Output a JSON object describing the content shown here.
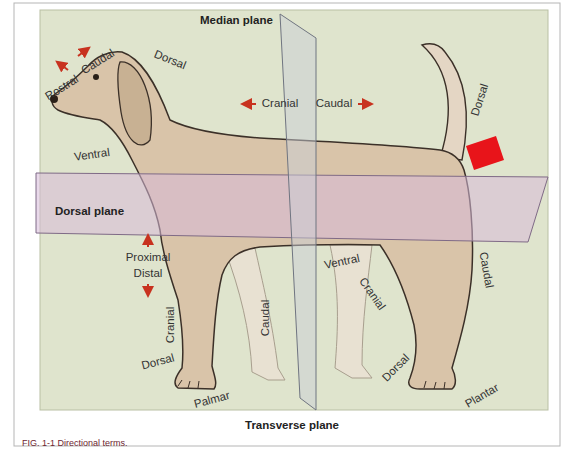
{
  "diagram": {
    "caption": "FIG. 1-1 Directional terms.",
    "nodes": [
      {
        "text": [
          "Median plane"
        ]
      },
      {
        "text": [
          "Dorsal plane"
        ]
      },
      {
        "text": [
          "Transverse plane"
        ]
      }
    ],
    "labels": [
      "Rostral",
      "Caudal",
      "Dorsal",
      "Ventral",
      "Cranial",
      "Caudal",
      "Dorsal",
      "Proximal",
      "Distal",
      "Cranial",
      "Caudal",
      "Dorsal",
      "Palmar",
      "Ventral",
      "Cranial",
      "Caudal",
      "Dorsal",
      "Plantar"
    ]
  }
}
